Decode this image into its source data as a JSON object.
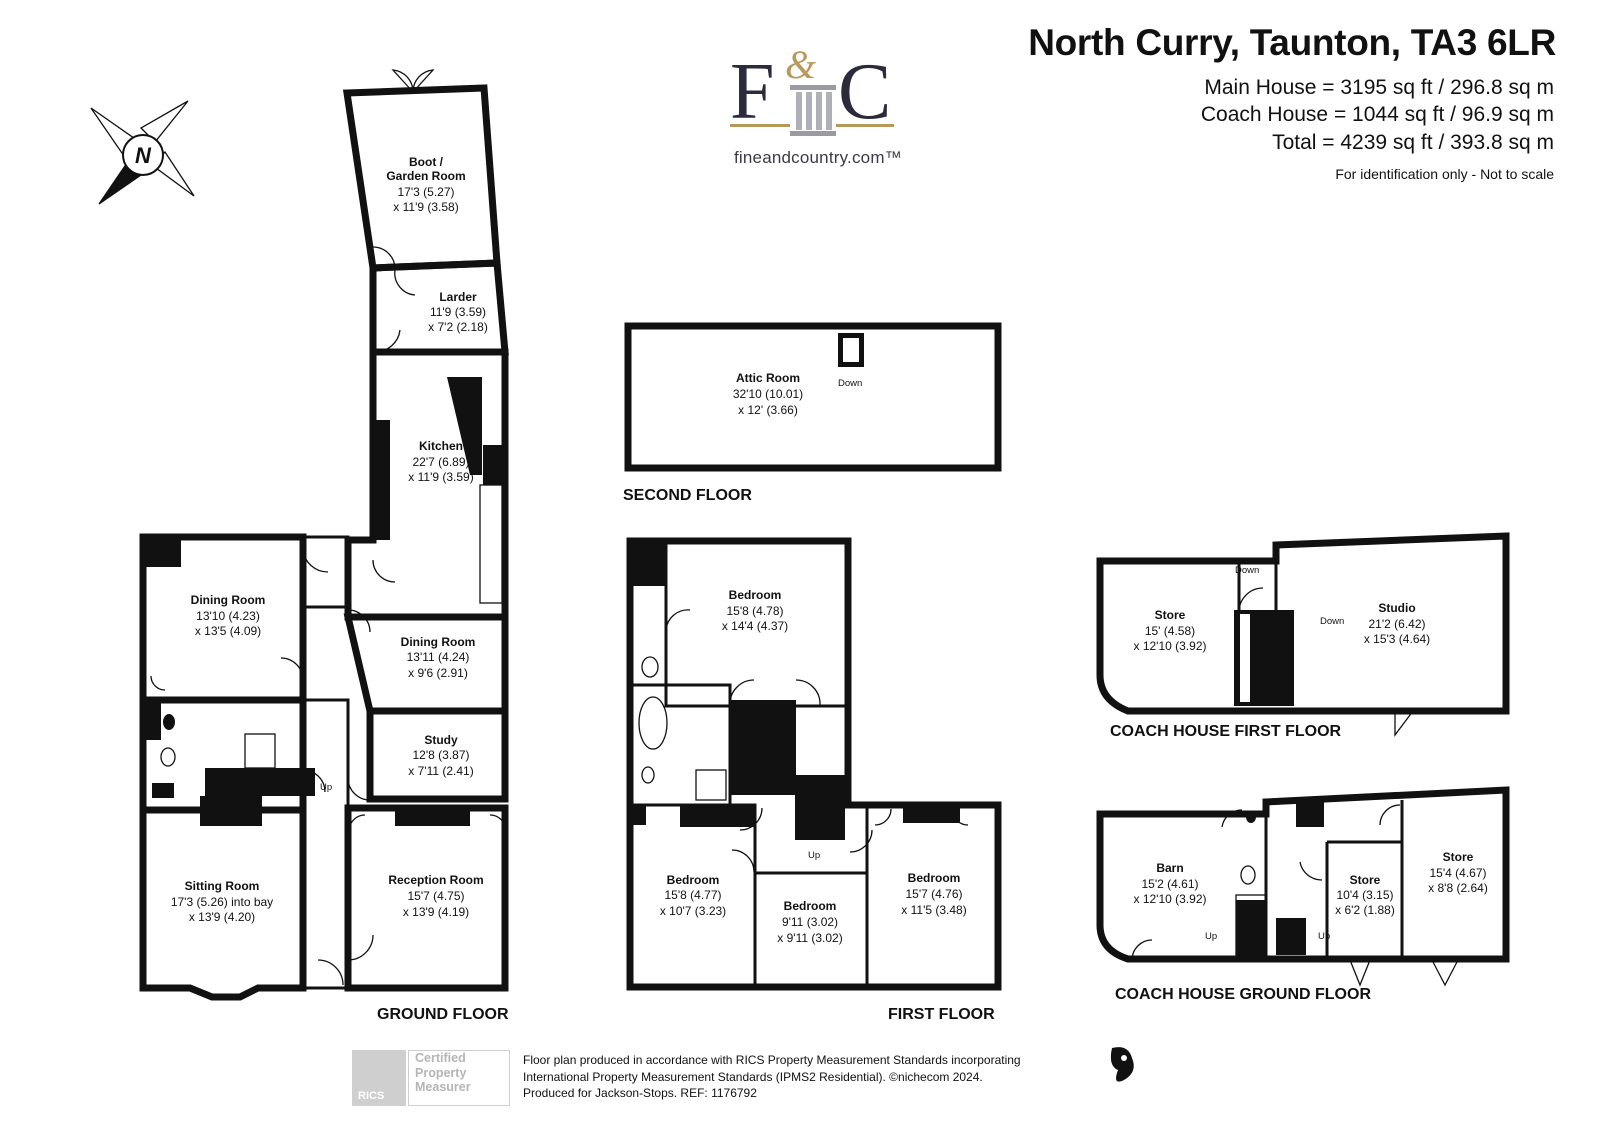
{
  "header": {
    "title": "North Curry, Taunton, TA3 6LR",
    "main_house": "Main House = 3195 sq ft / 296.8 sq m",
    "coach_house": "Coach House = 1044 sq ft / 96.9 sq m",
    "total": "Total = 4239 sq ft / 393.8 sq m",
    "note": "For identification only - Not to scale"
  },
  "logo": {
    "mark": "F&C",
    "url": "fineandcountry.com™",
    "colors": {
      "navy": "#2b2b3d",
      "gold": "#b79a5a"
    }
  },
  "compass": {
    "label": "N"
  },
  "floors": {
    "ground": "GROUND FLOOR",
    "first": "FIRST FLOOR",
    "second": "SECOND FLOOR",
    "coach_first": "COACH HOUSE FIRST FLOOR",
    "coach_ground": "COACH HOUSE GROUND FLOOR"
  },
  "rooms": {
    "boot": {
      "name1": "Boot /",
      "name2": "Garden Room",
      "dim1": "17'3 (5.27)",
      "dim2": "x 11'9 (3.58)"
    },
    "larder": {
      "name": "Larder",
      "dim1": "11'9 (3.59)",
      "dim2": "x 7'2 (2.18)"
    },
    "kitchen": {
      "name": "Kitchen",
      "dim1": "22'7 (6.89)",
      "dim2": "x 11'9 (3.59)"
    },
    "dining1": {
      "name": "Dining Room",
      "dim1": "13'10 (4.23)",
      "dim2": "x 13'5 (4.09)"
    },
    "dining2": {
      "name": "Dining Room",
      "dim1": "13'11 (4.24)",
      "dim2": "x 9'6 (2.91)"
    },
    "study": {
      "name": "Study",
      "dim1": "12'8 (3.87)",
      "dim2": "x 7'11 (2.41)"
    },
    "sitting": {
      "name": "Sitting Room",
      "dim1": "17'3 (5.26) into bay",
      "dim2": "x 13'9 (4.20)"
    },
    "reception": {
      "name": "Reception Room",
      "dim1": "15'7 (4.75)",
      "dim2": "x 13'9 (4.19)"
    },
    "attic": {
      "name": "Attic Room",
      "dim1": "32'10 (10.01)",
      "dim2": "x 12' (3.66)"
    },
    "bed1": {
      "name": "Bedroom",
      "dim1": "15'8 (4.78)",
      "dim2": "x 14'4 (4.37)"
    },
    "bed2": {
      "name": "Bedroom",
      "dim1": "15'8 (4.77)",
      "dim2": "x 10'7 (3.23)"
    },
    "bed3": {
      "name": "Bedroom",
      "dim1": "9'11 (3.02)",
      "dim2": "x 9'11 (3.02)"
    },
    "bed4": {
      "name": "Bedroom",
      "dim1": "15'7 (4.76)",
      "dim2": "x 11'5 (3.48)"
    },
    "store1": {
      "name": "Store",
      "dim1": "15' (4.58)",
      "dim2": "x 12'10 (3.92)"
    },
    "studio": {
      "name": "Studio",
      "dim1": "21'2 (6.42)",
      "dim2": "x 15'3 (4.64)"
    },
    "barn": {
      "name": "Barn",
      "dim1": "15'2 (4.61)",
      "dim2": "x 12'10 (3.92)"
    },
    "store2": {
      "name": "Store",
      "dim1": "10'4 (3.15)",
      "dim2": "x 6'2 (1.88)"
    },
    "store3": {
      "name": "Store",
      "dim1": "15'4 (4.67)",
      "dim2": "x 8'8 (2.64)"
    }
  },
  "markers": {
    "up": "Up",
    "down": "Down"
  },
  "footer": {
    "line1": "Floor plan produced in accordance with RICS Property Measurement Standards incorporating",
    "line2": "International Property Measurement Standards (IPMS2 Residential).  ©nichecom 2024.",
    "line3": "Produced for Jackson-Stops.   REF:  1176792",
    "badge": {
      "org": "RICS",
      "l1": "Certified",
      "l2": "Property",
      "l3": "Measurer"
    }
  }
}
